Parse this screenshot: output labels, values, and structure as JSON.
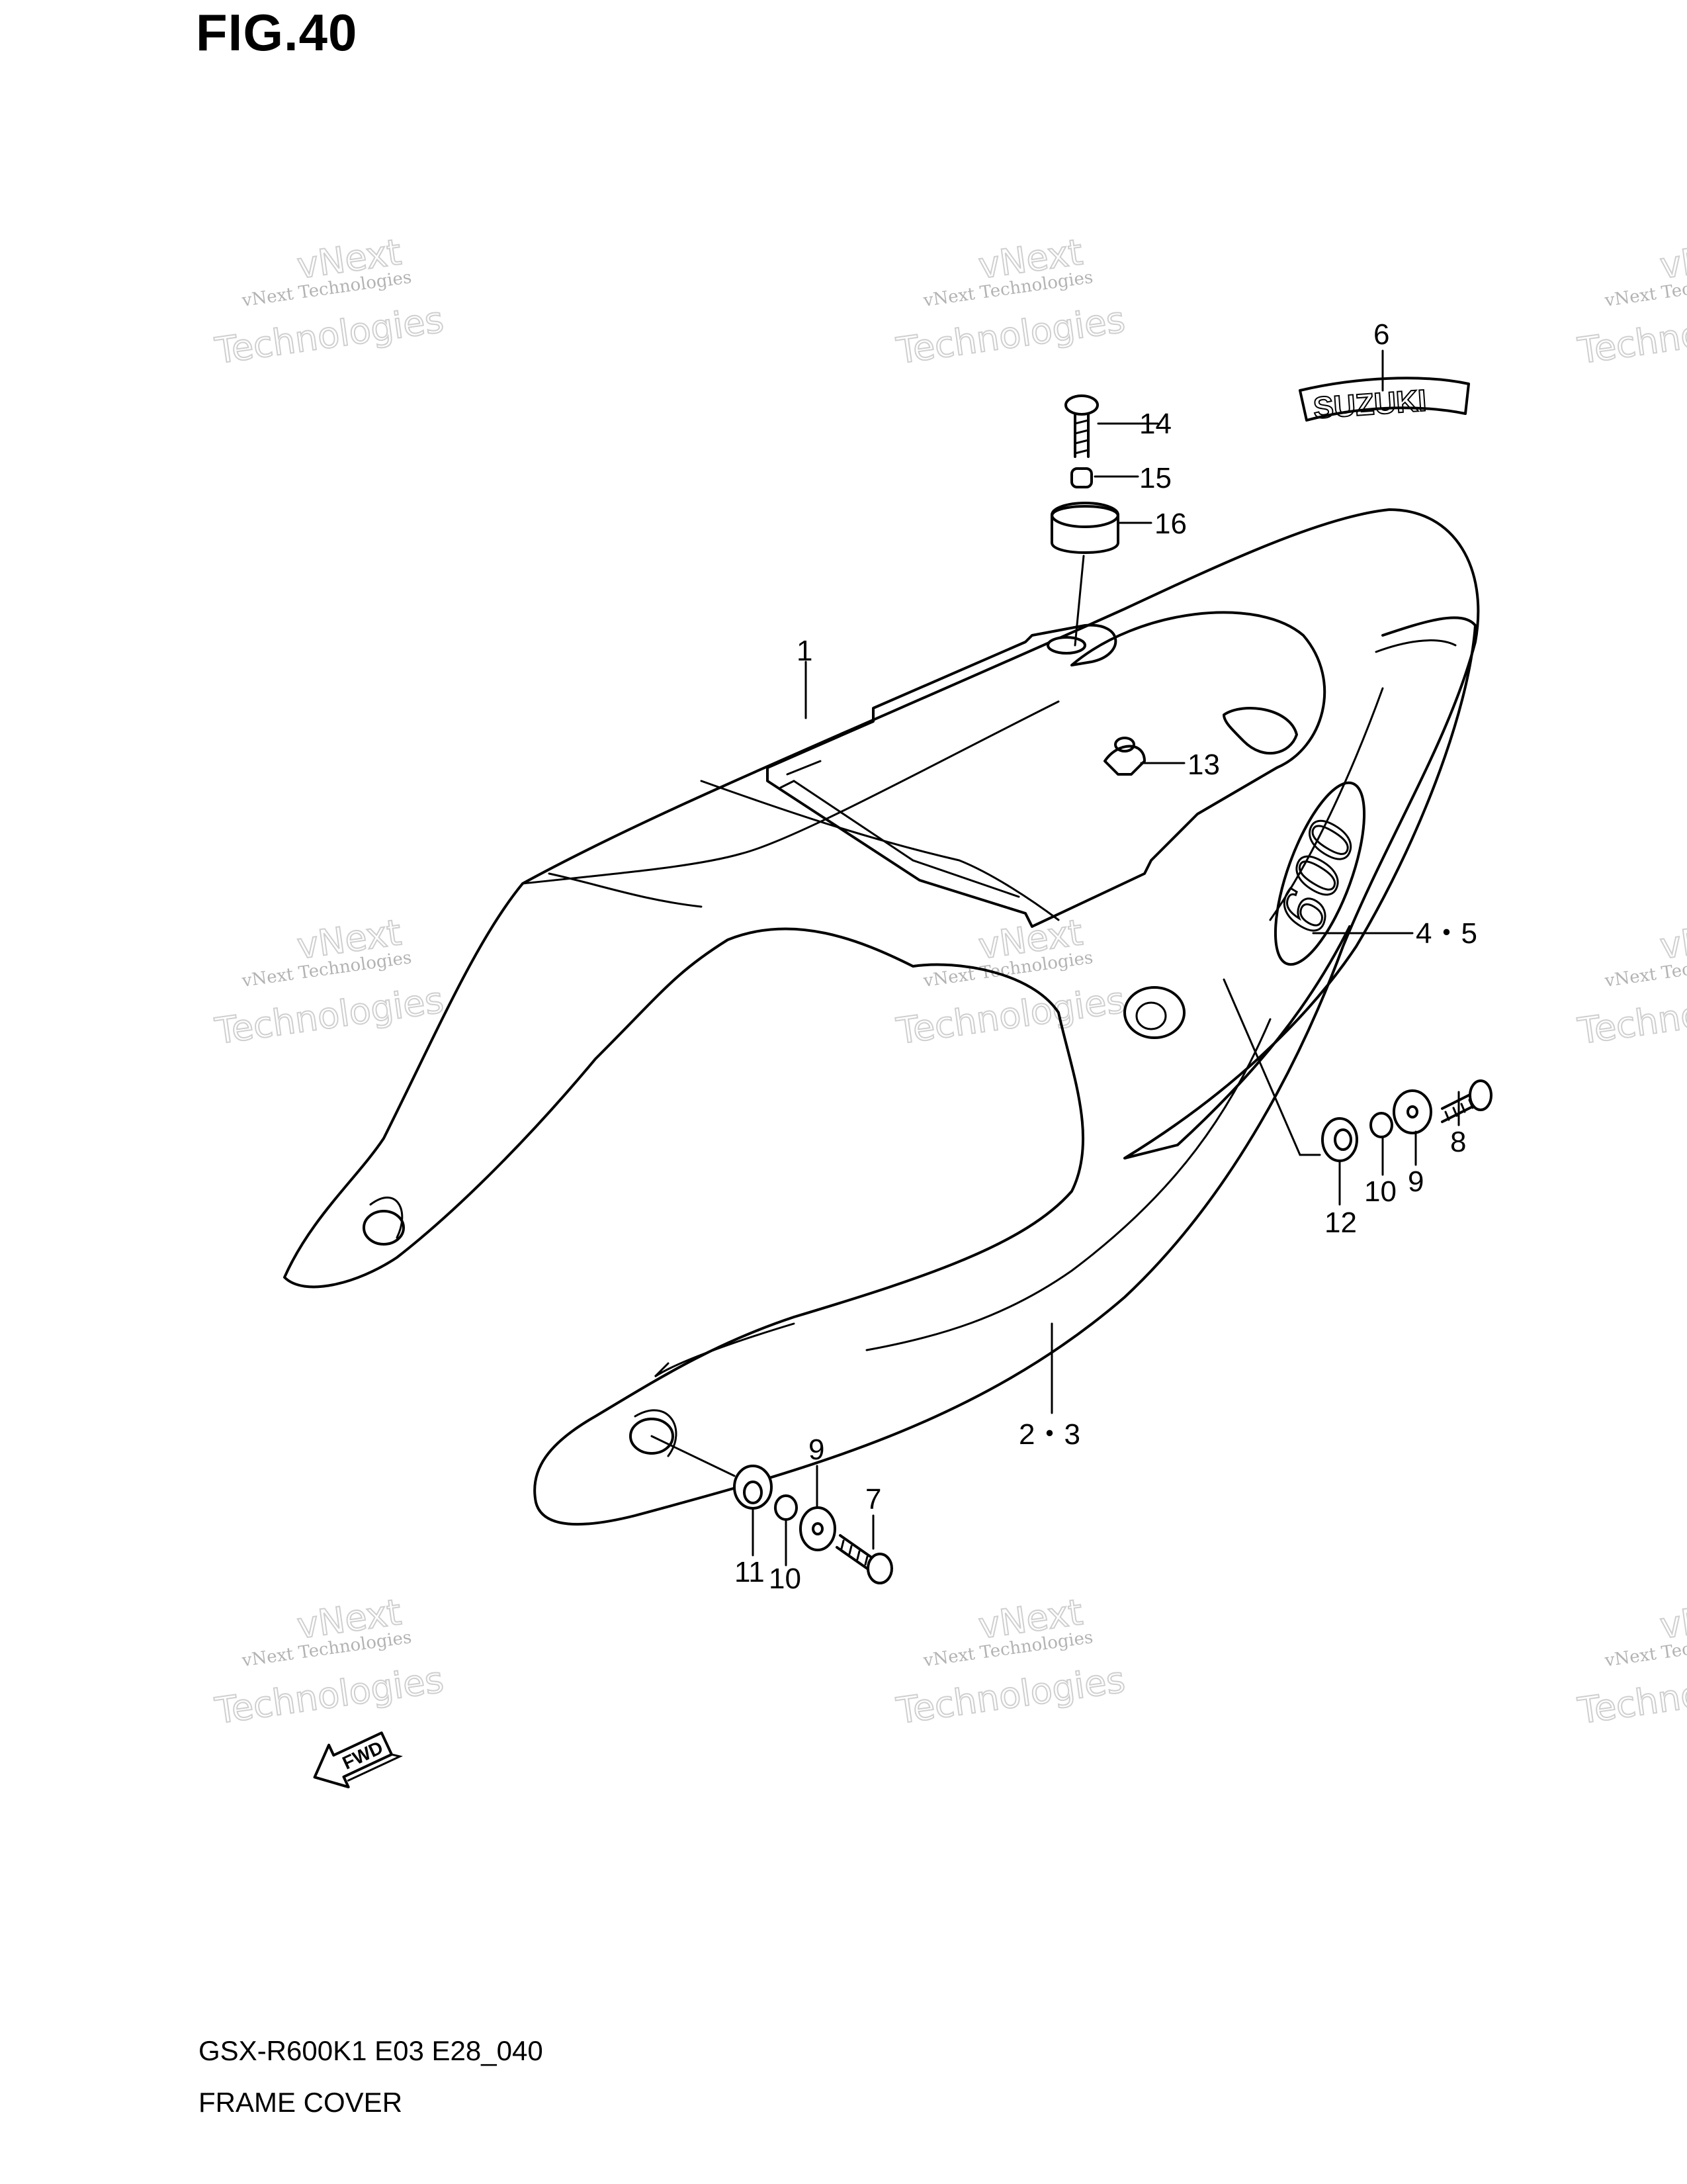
{
  "figure": {
    "title": "FIG.40"
  },
  "footer": {
    "model_code": "GSX-R600K1 E03 E28_040",
    "section_name": "FRAME COVER"
  },
  "callouts": {
    "c1": "1",
    "c6": "6",
    "c14": "14",
    "c15": "15",
    "c16": "16",
    "c13": "13",
    "c45": "4・5",
    "c8": "8",
    "c9a": "9",
    "c10a": "10",
    "c12": "12",
    "c23": "2・3",
    "c9b": "9",
    "c7": "7",
    "c11": "11",
    "c10b": "10"
  },
  "decal": {
    "brand": "SUZUKI",
    "model_badge": "600"
  },
  "fwd_arrow": {
    "label": "FWD"
  },
  "watermark": {
    "line1": "vNext",
    "line2": "vNext Technologies",
    "line3": "Technologies"
  }
}
